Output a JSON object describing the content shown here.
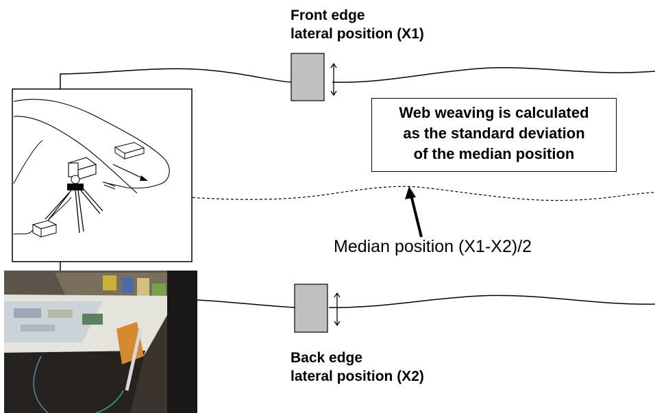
{
  "labels": {
    "front_line1": "Front edge",
    "front_line2": "lateral position (X1)",
    "back_line1": "Back edge",
    "back_line2": "lateral position (X2)",
    "median": "Median position (X1-X2)/2",
    "callout_line1": "Web weaving is calculated",
    "callout_line2": "as the standard deviation",
    "callout_line3": "of the median position"
  },
  "colors": {
    "sensor_fill": "#c0c0c0",
    "line": "#000000"
  }
}
